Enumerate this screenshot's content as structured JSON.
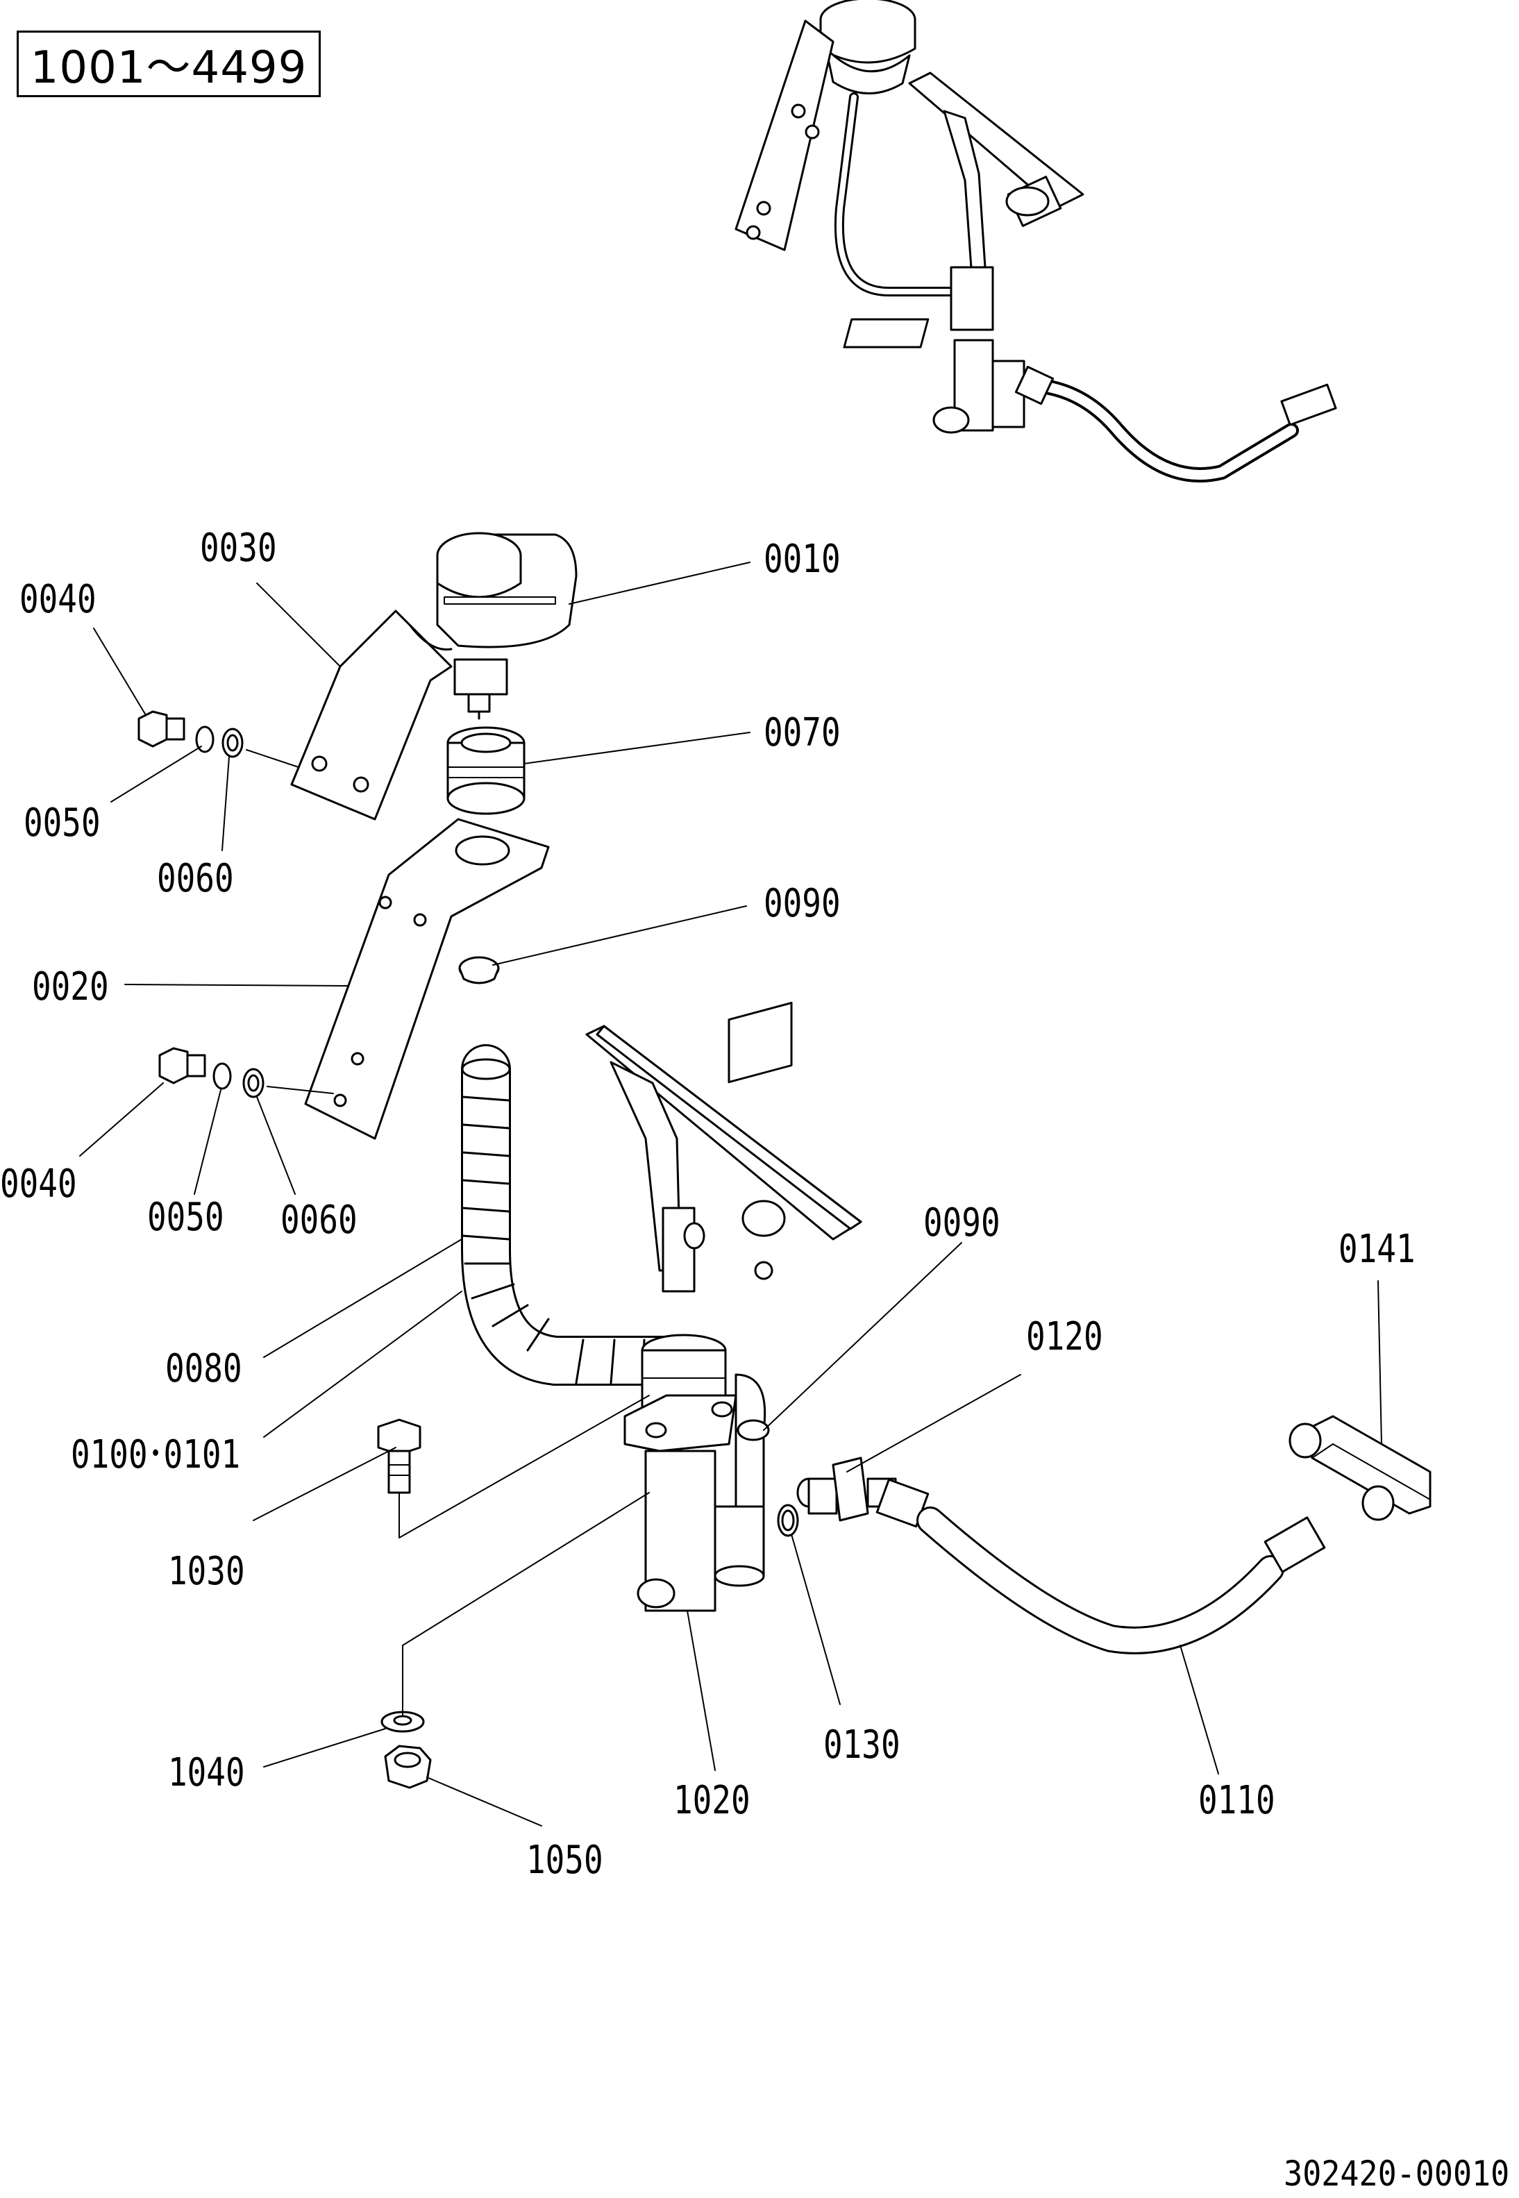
{
  "serial_range": "1001～4499",
  "drawing_number": "302420-00010",
  "callouts": {
    "p0010": "0010",
    "p0020": "0020",
    "p0030": "0030",
    "p0040_a": "0040",
    "p0040_b": "0040",
    "p0050_a": "0050",
    "p0050_b": "0050",
    "p0060_a": "0060",
    "p0060_b": "0060",
    "p0070": "0070",
    "p0080": "0080",
    "p0090_a": "0090",
    "p0090_b": "0090",
    "p0100": "0100･0101",
    "p0110": "0110",
    "p0120": "0120",
    "p0130": "0130",
    "p0141": "0141",
    "p1020": "1020",
    "p1030": "1030",
    "p1040": "1040",
    "p1050": "1050"
  }
}
